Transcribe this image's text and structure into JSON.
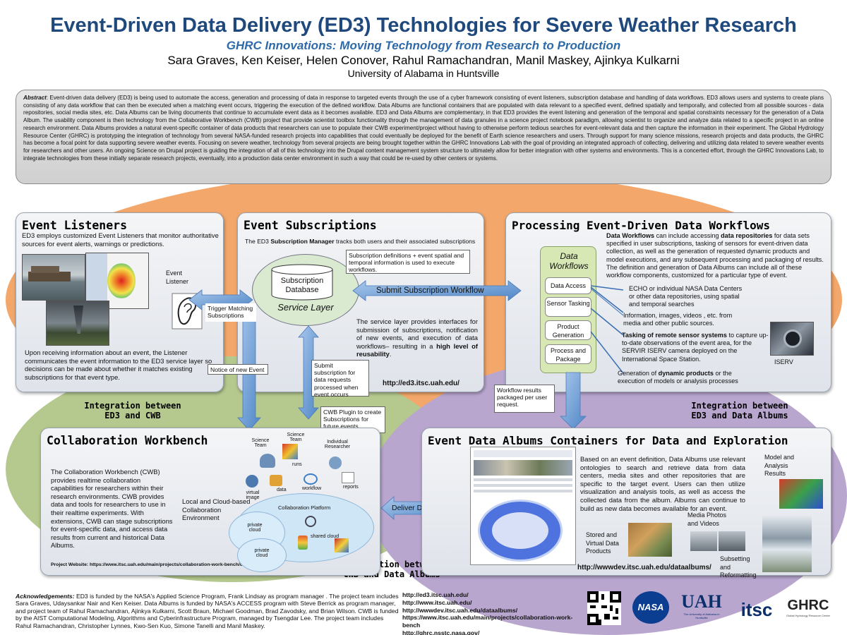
{
  "header": {
    "title": "Event-Driven Data Delivery (ED3) Technologies for Severe Weather Research",
    "subtitle": "GHRC Innovations: Moving Technology from Research to Production",
    "authors": "Sara Graves, Ken Keiser, Helen Conover, Rahul Ramachandran, Manil Maskey, Ajinkya Kulkarni",
    "affiliation": "University of Alabama in Huntsville"
  },
  "abstract": {
    "label": "Abstract",
    "text": ": Event-driven data delivery (ED3) is being used to automate the access, generation and processing of data in response to targeted events through the use of a cyber framework consisting of event listeners, subscription database and handling of data workflows.  ED3 allows users and systems to create plans consisting of any data workflow that can then be executed when a matching event occurs, triggering the execution of the defined workflow.  Data Albums are functional containers that are populated with data relevant to a specified event, defined spatially and temporally, and collected from all possible sources - data repositories, social media sites, etc.  Data Albums can be living documents that continue to accumulate event data as it becomes available.  ED3 and Data Albums are complementary, in that ED3 provides the event listening and generation of the temporal and spatial constraints necessary for the generation of a Data Album. The usability component is then technology from the Collaborative Workbench (CWB) project that provide scientist toolbox functionality through the management of data granules in a science project notebook paradigm, allowing scientist to organize and analyze data related to a specific project in an online research environment.  Data Albums provides a natural event-specific container of data products that researchers can use to populate their CWB experiment/project without having to otherwise perform tedious searches for event-relevant data and then capture the information in their experiment. The Global Hydrology Resource Center (GHRC) is prototyping the integration of technology from several NASA-funded research projects into capabilities that could eventually be deployed for the benefit of Earth science researchers and users.  Through support for many science missions, research projects and data products, the GHRC has become a focal point for data supporting severe weather events. Focusing on severe weather, technology from several projects are being brought together within the GHRC Innovations Lab with the goal of providing an integrated approach of collecting, delivering and utilizing data related to severe weather events for researchers and other users.  An ongoing Science on Drupal project is guiding the integration of all of this technology into the Drupal content management system structure to ultimately allow for better integration with other systems and environments.  This is a concerted effort, through the GHRC Innovations Lab, to integrate technologies from these initially separate research projects, eventually, into a production data center environment in such a way that could be re-used by other centers or systems."
  },
  "listeners": {
    "title": "Event Listeners",
    "intro": "ED3 employs customized Event Listeners that monitor authoritative sources for event alerts, warnings or predictions.",
    "icon_label": "Event Listener",
    "body": "Upon receiving information about an event, the Listener communicates the event information to the ED3 service layer so decisions can be made about whether it matches existing subscriptions for that event type."
  },
  "subscriptions": {
    "title": "Event Subscriptions",
    "intro_pre": "The ED3 ",
    "intro_bold": "Subscription Manager",
    "intro_post": " tracks both users and their associated subscriptions",
    "callout": "Subscription definitions + event spatial and temporal information is used to execute workflows.",
    "db_label": "Subscription Database",
    "layer_label": "Service Layer",
    "body_pre": "The service layer provides interfaces for submission of subscriptions, notification of new events, and execution of data workflows– resulting in a ",
    "body_bold": "high level of reusability",
    "body_post": ".",
    "url": "http://ed3.itsc.uah.edu/"
  },
  "processing": {
    "title": "Processing Event-Driven Data Workflows",
    "intro": [
      {
        "t": "Data Workflows",
        "b": true
      },
      {
        "t": " can include accessing ",
        "b": false
      },
      {
        "t": "data repositories",
        "b": true
      },
      {
        "t": " for data sets specified in user subscriptions, tasking of sensors for event-driven data collection, as well as the generation of requested dynamic products and model executions, and any subsequent processing and packaging of results.  The definition and generation of Data Albums can include all of these workflow components, customized for a particular type of event.",
        "b": false
      }
    ],
    "workflow_title": "Data Workflows",
    "steps": [
      "Data Access",
      "Sensor Tasking",
      "Product Generation",
      "Process and Package"
    ],
    "note_access": "ECHO or individual NASA Data Centers or other data repositories, using spatial and temporal searches",
    "note_info": "Information, images, videos , etc. from media and other public sources.",
    "note_tasking_bold": "Tasking of remote sensor systems",
    "note_tasking_rest": " to capture up-to-date observations of the event area, for the SERVIR ISERV camera deployed on the International Space Station.",
    "iserv_label": "ISERV",
    "note_generation_pre": "Generation of ",
    "note_generation_bold": "dynamic products",
    "note_generation_post": " or the execution of models or analysis processes"
  },
  "arrows": {
    "submit_workflow": "Submit Subscription Workflow",
    "trigger": "Trigger Matching Subscriptions",
    "notice": "Notice of new Event",
    "submit_requests": "Submit subscription for data requests processed when event occurs",
    "cwb_plugin": "CWB Plugin to create Subscriptions for future events",
    "workflow_results": "Workflow results packaged per user request.",
    "deliver": "Deliver Data Package"
  },
  "integration": {
    "ed3_cwb": "Integration between ED3 and CWB",
    "ed3_albums": "Integration between ED3 and Data Albums",
    "cwb_albums": "Integration between CWB and Data Albums"
  },
  "cwb": {
    "title": "Collaboration Workbench",
    "body": "The Collaboration Workbench (CWB) provides realtime collaboration capabilities for researchers within their research environments. CWB provides data and tools for researchers to use in their realtime experiments.  With extensions, CWB can stage subscriptions for event-specific data, and access data results from current and historical Data Albums.",
    "env_label": "Local and Cloud-based Collaboration Environment",
    "website": "Project Website: https://www.itsc.uah.edu/main/projects/collaboration-work-bench/cmac/",
    "diagram": {
      "science_team_1": "Science Team",
      "science_team_2": "Science Team",
      "individual": "Individual Researcher",
      "runs": "runs",
      "data": "data",
      "workflow": "workflow",
      "reports": "reports",
      "virtual_image": "virtual image",
      "platform": "Collaboration Platform",
      "private_cloud_1": "private cloud",
      "private_cloud_2": "private cloud",
      "shared_cloud": "shared cloud"
    }
  },
  "albums": {
    "title": "Event Data Albums Containers for Data and Exploration",
    "body": "Based on an event definition, Data Albums use relevant ontologies to search and retrieve data from data centers, media sites and other repositories that are specific to the target event.  Users can then utilize visualization and analysis tools, as well as access the collected data from the album.   Albums can continue to build as new data becomes available for an event.",
    "model_label": "Model and Analysis Results",
    "media_label": "Media Photos and Videos",
    "stored_label": "Stored and Virtual Data Products",
    "subset_label": "Subsetting and Reformatting",
    "url": "http://wwwdev.itsc.uah.edu/dataalbums/"
  },
  "footer": {
    "ack_label": "Acknowledgements:",
    "ack_text": "  ED3 is funded by the NASA's Applied Science Program, Frank Lindsay as program manager .  The project team includes Sara Graves, Udaysankar Nair and Ken Keiser.  Data Albums is funded by NASA's ACCESS program with Steve Berrick as program manager, and project team of Rahul Ramachandran, Ajinkya Kulkarni, Scott Braun, Michael Goodman, Brad Zavodsky, and Brian Wilson.  CWB is funded by the AIST Computational Modeling, Algorithms and Cyberinfrastructure Program, managed by Tsengdar Lee.  The project team includes Rahul Ramachandran, Christopher Lynnes, Kwo-Sen Kuo, Simone Tanelli and Manil Maskey.",
    "links": [
      "http://ed3.itsc.uah.edu/",
      "http://www.itsc.uah.edu/",
      "http://wwwdev.itsc.uah.edu/dataalbums/",
      "https://www.itsc.uah.edu/main/projects/collaboration-work-bench",
      "http://ghrc.nsstc.nasa.gov/"
    ],
    "logos": {
      "nasa": "NASA",
      "uah": "UAH",
      "uah_sub": "The University of Alabama in Huntsville",
      "itsc": "itsc",
      "ghrc": "GHRC",
      "ghrc_sub": "Global Hydrology Resource Center"
    }
  },
  "colors": {
    "title_blue": "#1f497d",
    "orange_region": "#f4a76a",
    "green_region": "#b5c98f",
    "purple_region": "#b9a6cf",
    "arrow_blue": "#5b9bd5",
    "workflow_green": "#d7e8b4"
  }
}
